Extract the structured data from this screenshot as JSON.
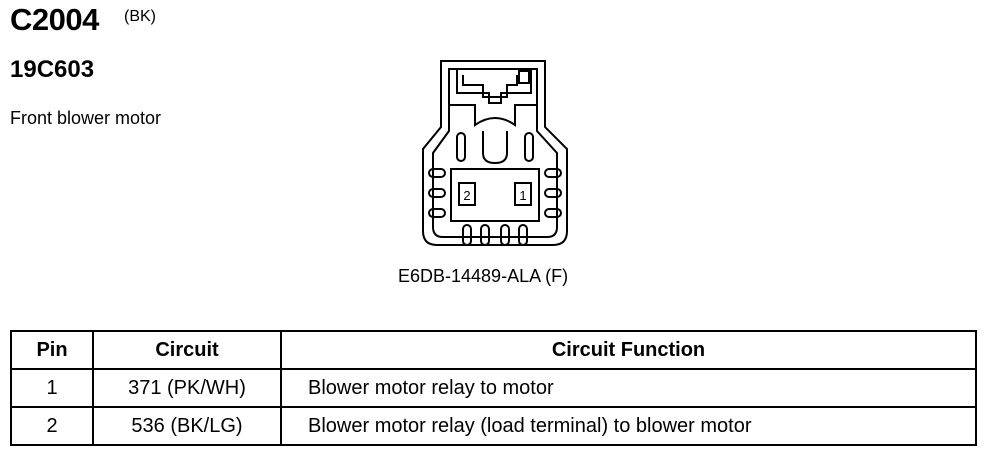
{
  "header": {
    "connector_id": "C2004",
    "connector_color": "(BK)",
    "component_id": "19C603",
    "description": "Front blower motor"
  },
  "diagram": {
    "pin_labels": [
      "2",
      "1"
    ],
    "part_number": "E6DB-14489-ALA (F)"
  },
  "table": {
    "headers": [
      "Pin",
      "Circuit",
      "Circuit Function"
    ],
    "rows": [
      {
        "pin": "1",
        "circuit": "371 (PK/WH)",
        "function": "Blower motor relay to motor"
      },
      {
        "pin": "2",
        "circuit": "536 (BK/LG)",
        "function": "Blower motor relay (load terminal) to blower motor"
      }
    ]
  }
}
